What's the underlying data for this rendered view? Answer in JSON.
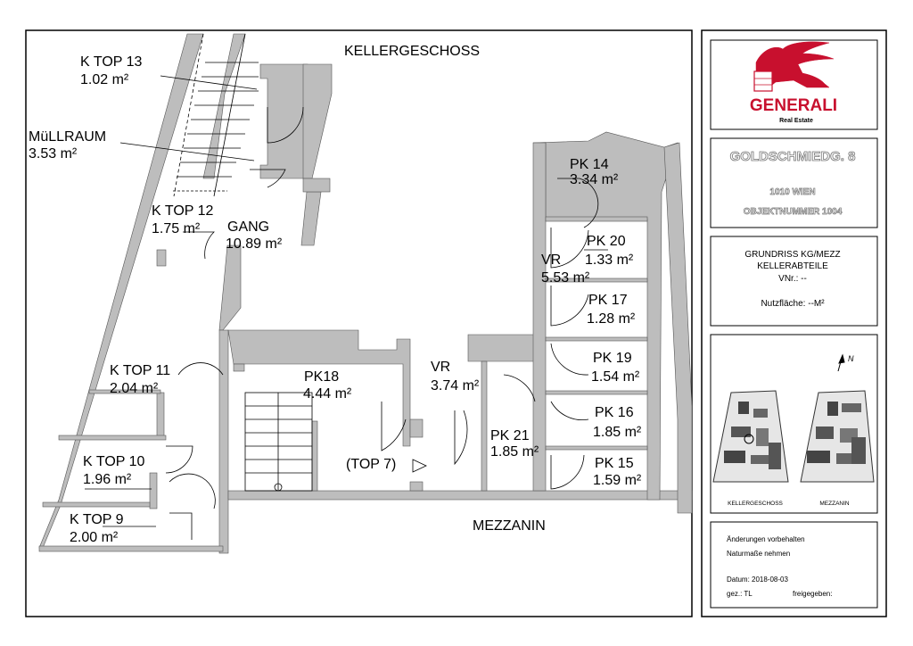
{
  "plan": {
    "floor_label_basement": "KELLERGESCHOSS",
    "floor_label_mezzanine": "MEZZANIN",
    "rooms": [
      {
        "id": "k-top-13",
        "name": "K TOP 13",
        "area": "1.02 m²"
      },
      {
        "id": "muellraum",
        "name": "MüLLRAUM",
        "area": "3.53 m²"
      },
      {
        "id": "k-top-12",
        "name": "K TOP 12",
        "area": "1.75 m²"
      },
      {
        "id": "gang",
        "name": "GANG",
        "area": "10.89 m²"
      },
      {
        "id": "k-top-11",
        "name": "K TOP 11",
        "area": "2.04 m²"
      },
      {
        "id": "k-top-10",
        "name": "K TOP 10",
        "area": "1.96 m²"
      },
      {
        "id": "k-top-9",
        "name": "K TOP 9",
        "area": "2.00 m²"
      },
      {
        "id": "pk18",
        "name": "PK18",
        "area": "4.44 m²"
      },
      {
        "id": "top7",
        "name": "(TOP 7)",
        "area": ""
      },
      {
        "id": "vr-mid",
        "name": "VR",
        "area": "3.74 m²"
      },
      {
        "id": "pk21",
        "name": "PK 21",
        "area": "1.85 m²"
      },
      {
        "id": "vr-right",
        "name": "VR",
        "area": "5.53 m²"
      },
      {
        "id": "pk14",
        "name": "PK 14",
        "area": "3.34 m²"
      },
      {
        "id": "pk20",
        "name": "PK 20",
        "area": "1.33 m²"
      },
      {
        "id": "pk17",
        "name": "PK 17",
        "area": "1.28 m²"
      },
      {
        "id": "pk19",
        "name": "PK 19",
        "area": "1.54 m²"
      },
      {
        "id": "pk16",
        "name": "PK 16",
        "area": "1.85 m²"
      },
      {
        "id": "pk15",
        "name": "PK 15",
        "area": "1.59 m²"
      }
    ]
  },
  "titleblock": {
    "brand_name": "GENERALI",
    "brand_sub": "Real Estate",
    "brand_color": "#c8102e",
    "address_street": "GOLDSCHMIEDG. 8",
    "address_city": "1010 WIEN",
    "object_number": "OBJEKTNUMMER 1004",
    "plan_title": "GRUNDRISS  KG/MEZZ",
    "plan_subtitle": "KELLERABTEILE",
    "vnr": "VNr.: --",
    "nutzflaeche": "Nutzfläche:  --M²",
    "north_label": "N",
    "thumb_label_1": "KELLERGESCHOSS",
    "thumb_label_2": "MEZZANIN",
    "note_1": "Änderungen vorbehalten",
    "note_2": "Naturmaße nehmen",
    "datum": "Datum:  2018-08-03",
    "gez": "gez.:  TL",
    "freigegeben": "freigegeben:"
  }
}
